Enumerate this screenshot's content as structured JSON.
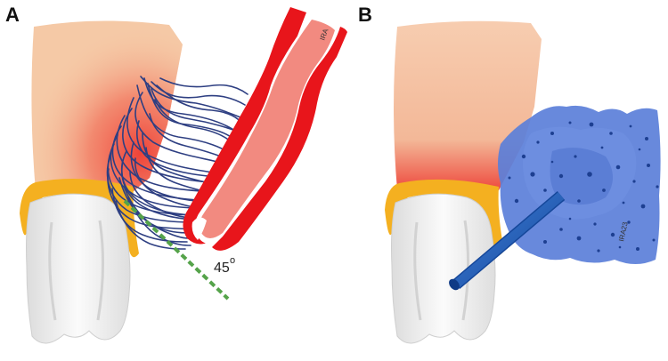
{
  "panels": {
    "a": {
      "letter": "A",
      "angle_value": "45",
      "angle_unit": "o",
      "brush_label": "IRA"
    },
    "b": {
      "letter": "B",
      "sponge_label": "IRA23"
    }
  },
  "colors": {
    "gum": "#f5c9a6",
    "gum_inflamed": "#ee5a4f",
    "enamel_band": "#f4b020",
    "tooth": "#f2f2f2",
    "bristles": "#2e3f82",
    "brush_red": "#e8151b",
    "brush_pink": "#f28a80",
    "guide_line": "#55a34a",
    "sponge": "#5b7fd9",
    "rod": "#1f5bb5"
  }
}
